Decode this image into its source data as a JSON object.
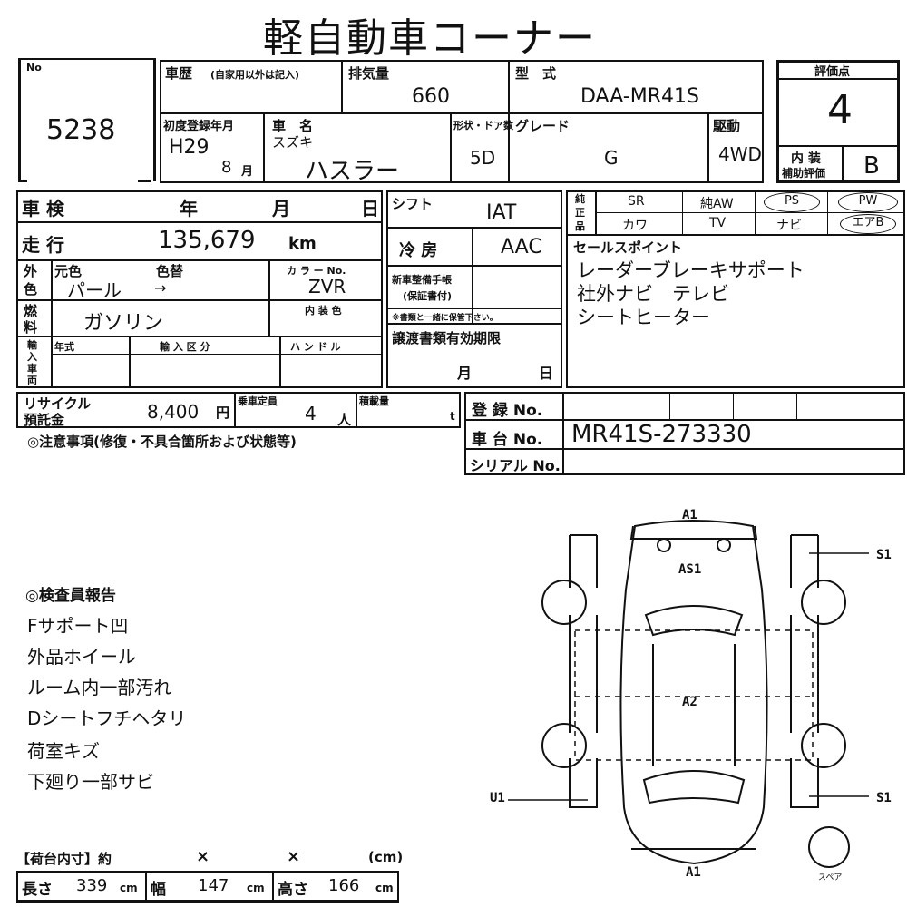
{
  "title": "軽自動車コーナー",
  "lot": {
    "label": "No",
    "number": "5238"
  },
  "history": {
    "label": "車歴",
    "sub": "(自家用以外は記入)"
  },
  "displacement": {
    "label": "排気量",
    "value": "660"
  },
  "model": {
    "label": "型　式",
    "value": "DAA-MR41S"
  },
  "first_reg": {
    "label": "初度登録年月",
    "era": "H29",
    "month": "8",
    "month_unit": "月"
  },
  "car_name": {
    "label": "車　名",
    "maker": "スズキ",
    "name": "ハスラー"
  },
  "doors": {
    "label": "形状・ドア数",
    "value": "5D"
  },
  "grade": {
    "label": "グレード",
    "value": "G"
  },
  "drive": {
    "label": "駆動",
    "value": "4WD"
  },
  "score": {
    "label": "評価点",
    "value": "4",
    "interior_label_1": "内 装",
    "interior_label_2": "補助評価",
    "interior_value": "B"
  },
  "inspection": {
    "label": "車 検",
    "year": "年",
    "month": "月",
    "day": "日"
  },
  "mileage": {
    "label": "走 行",
    "value": "135,679",
    "unit": "km"
  },
  "exterior": {
    "label_1": "外",
    "label_2": "色",
    "orig_label": "元色",
    "repaint_label": "色替",
    "orig_value": "パール",
    "arrow": "→",
    "code_label": "カ ラ ー No.",
    "code_value": "ZVR"
  },
  "fuel": {
    "label_1": "燃",
    "label_2": "料",
    "value": "ガソリン",
    "interior_color_label": "内 装 色"
  },
  "import": {
    "label_1": "輸",
    "label_2": "入",
    "label_3": "車",
    "label_4": "両",
    "year_label": "年式",
    "type_label": "輸 入 区 分",
    "handle_label": "ハ ン ド ル"
  },
  "shift": {
    "label": "シフト",
    "value": "IAT"
  },
  "ac": {
    "label": "冷 房",
    "value": "AAC"
  },
  "manual": {
    "label_1": "新車整備手帳",
    "label_2": "(保証書付)",
    "note": "※書類と一緒に保管下さい。"
  },
  "transfer": {
    "label": "譲渡書類有効期限",
    "month": "月",
    "day": "日"
  },
  "equipment": {
    "label_1": "純",
    "label_2": "正",
    "label_3": "品",
    "row1": [
      "SR",
      "純AW",
      "PS",
      "PW"
    ],
    "row2": [
      "カワ",
      "TV",
      "ナビ",
      "エアB"
    ]
  },
  "selling_points": {
    "label": "セールスポイント",
    "lines": [
      "レーダーブレーキサポート",
      "社外ナビ　テレビ",
      "シートヒーター"
    ]
  },
  "recycle": {
    "label_1": "リサイクル",
    "label_2": "預託金",
    "value": "8,400",
    "unit": "円"
  },
  "capacity": {
    "label": "乗車定員",
    "value": "4",
    "unit": "人"
  },
  "load": {
    "label": "積載量",
    "unit": "t"
  },
  "registration": {
    "label": "登 録 No."
  },
  "chassis": {
    "label": "車 台 No.",
    "value": "MR41S-273330"
  },
  "serial": {
    "label": "シリアル No."
  },
  "notes_label": "◎注意事項(修復・不具合箇所および状態等)",
  "inspector": {
    "label": "◎検査員報告",
    "lines": [
      "Fサポート凹",
      "外品ホイール",
      "ルーム内一部汚れ",
      "Dシートフチヘタリ",
      "荷室キズ",
      "下廻り一部サビ"
    ]
  },
  "cargo": {
    "label": "【荷台内寸】約",
    "x1": "×",
    "x2": "×",
    "unit_head": "(cm)",
    "length_label": "長さ",
    "length_value": "339",
    "width_label": "幅",
    "width_value": "147",
    "height_label": "高さ",
    "height_value": "166",
    "cm": "cm"
  },
  "diagram": {
    "marks": [
      "A1",
      "AS1",
      "S1",
      "A2",
      "U1",
      "S1",
      "A1"
    ],
    "spare": "スペア"
  }
}
